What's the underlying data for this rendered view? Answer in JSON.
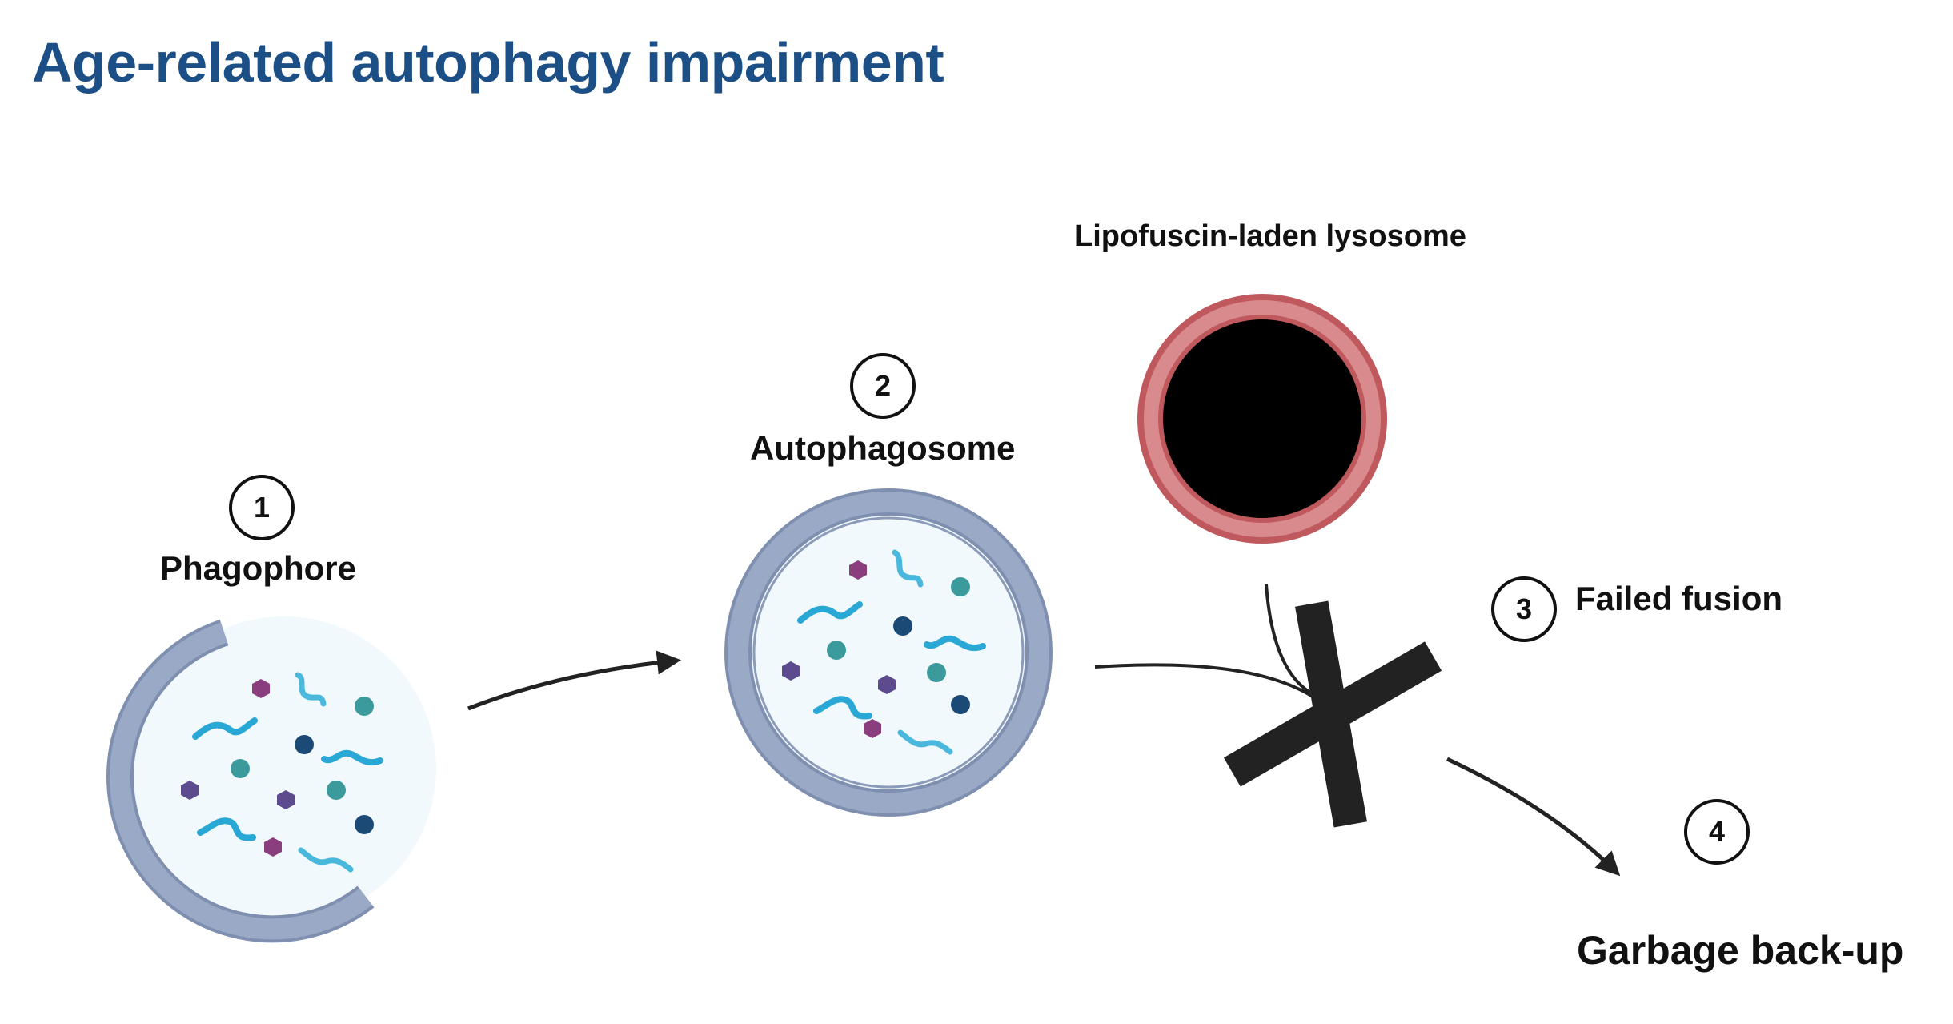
{
  "title": "Age-related autophagy impairment",
  "colors": {
    "title": "#1b4f85",
    "membrane": "#9aa9c6",
    "membrane_edge": "#7f8fb0",
    "lumen": "#f1f9fd",
    "squiggle": "#29a8d6",
    "squiggle_light": "#49b8dc",
    "pentagon_magenta": "#8a3e7e",
    "pentagon_purple": "#5c4b8e",
    "dot_teal": "#3a9a9c",
    "dot_navy": "#1c4a77",
    "lysosome_ring": "#d98a8c",
    "lysosome_ring_edge": "#c0595e",
    "lysosome_core": "#000000",
    "cross": "#222222",
    "arrow": "#222222"
  },
  "steps": [
    {
      "number": "1",
      "label": "Phagophore"
    },
    {
      "number": "2",
      "label": "Autophagosome"
    },
    {
      "number": "3",
      "label": "Failed fusion"
    },
    {
      "number": "4",
      "label": "Garbage back-up"
    }
  ],
  "lysosome": {
    "label": "Lipofuscin-laden lysosome"
  },
  "icons": {
    "phagophore": "phagophore-icon",
    "autophagosome": "autophagosome-icon",
    "lysosome": "lysosome-icon",
    "cross": "cross-icon",
    "arrow": "arrow-icon"
  }
}
